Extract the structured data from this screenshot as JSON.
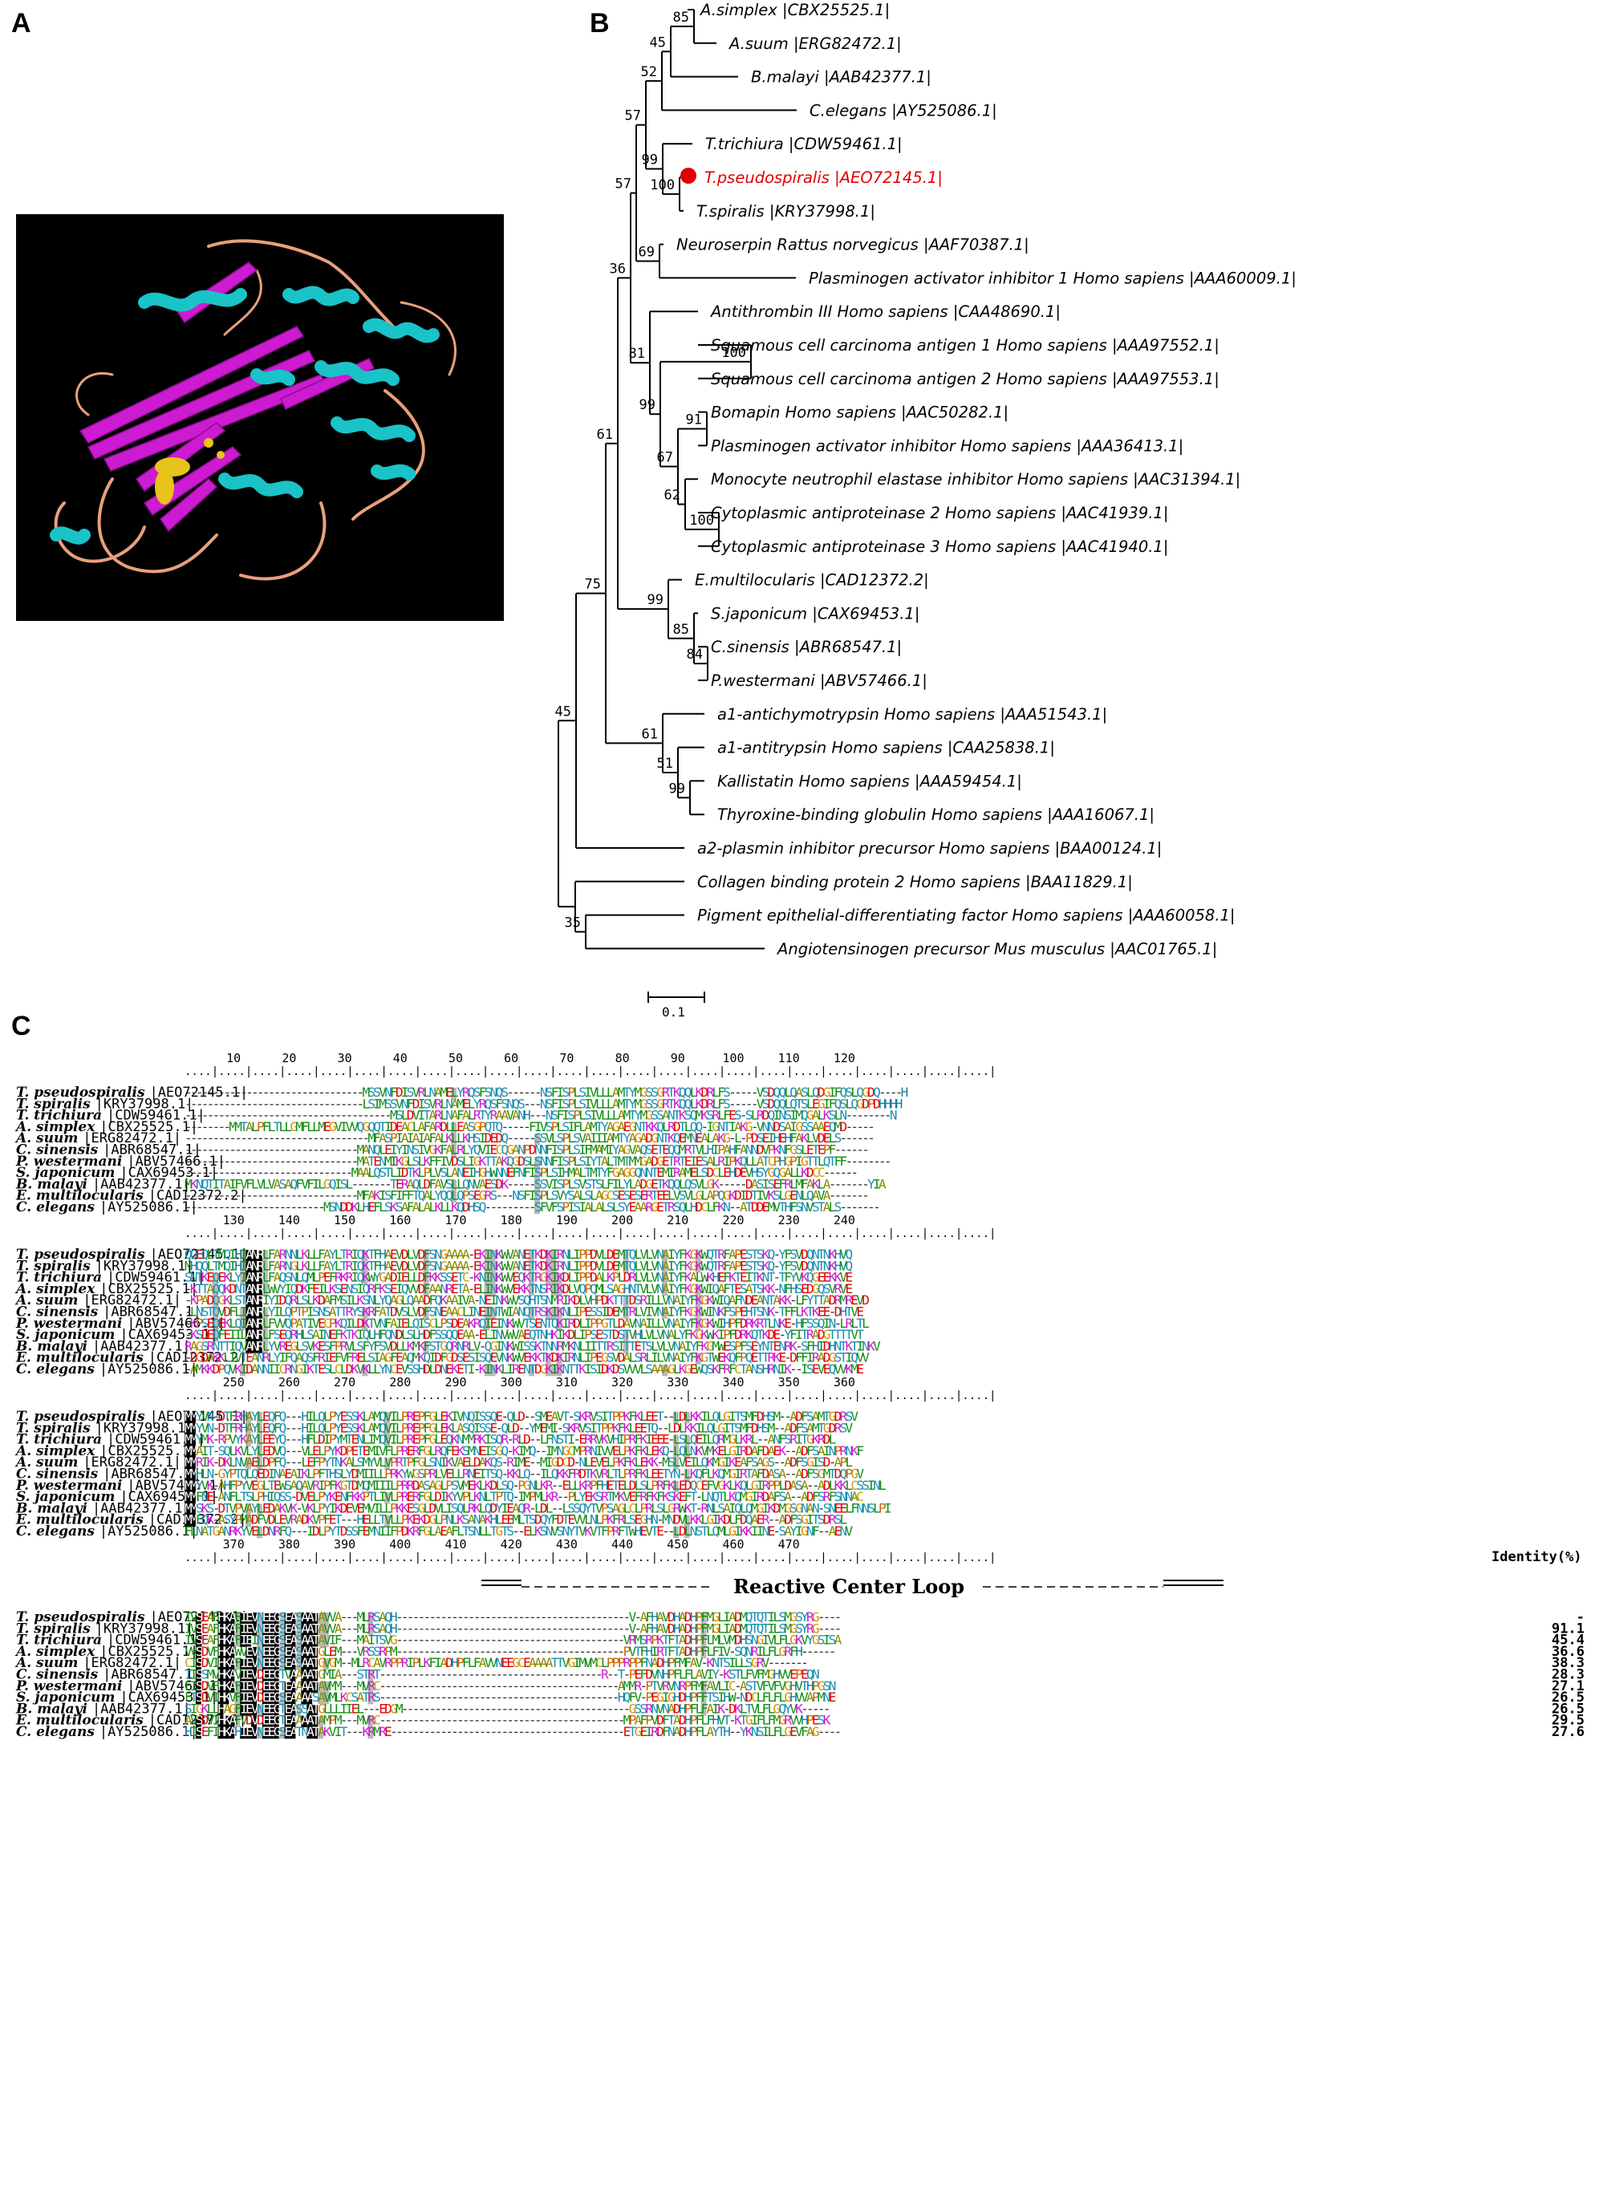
{
  "panels": {
    "a": "A",
    "b": "B",
    "c": "C"
  },
  "colors": {
    "helix": "#19c3c8",
    "sheet": "#cc1bd0",
    "loop": "#e9a07c",
    "ligand": "#e8c31a",
    "highlight": "#e00000"
  },
  "tree": {
    "leaves": [
      {
        "text": "A.simplex |CBX25525.1|"
      },
      {
        "text": "A.suum |ERG82472.1|"
      },
      {
        "text": "B.malayi |AAB42377.1|"
      },
      {
        "text": "C.elegans |AY525086.1|"
      },
      {
        "text": "T.trichiura |CDW59461.1|"
      },
      {
        "text": "T.pseudospiralis |AEO72145.1|",
        "highlight": true
      },
      {
        "text": "T.spiralis |KRY37998.1|"
      },
      {
        "text": "Neuroserpin Rattus norvegicus |AAF70387.1|"
      },
      {
        "text": "Plasminogen activator inhibitor 1 Homo sapiens |AAA60009.1|"
      },
      {
        "text": "Antithrombin III Homo sapiens |CAA48690.1|"
      },
      {
        "text": "Squamous cell carcinoma antigen 1 Homo sapiens |AAA97552.1|"
      },
      {
        "text": "Squamous cell carcinoma antigen 2 Homo sapiens |AAA97553.1|"
      },
      {
        "text": "Bomapin Homo sapiens |AAC50282.1|"
      },
      {
        "text": "Plasminogen activator inhibitor Homo sapiens |AAA36413.1|"
      },
      {
        "text": "Monocyte neutrophil elastase inhibitor Homo sapiens |AAC31394.1|"
      },
      {
        "text": "Cytoplasmic antiproteinase 2 Homo sapiens |AAC41939.1|"
      },
      {
        "text": "Cytoplasmic antiproteinase 3 Homo sapiens |AAC41940.1|"
      },
      {
        "text": "E.multilocularis |CAD12372.2|"
      },
      {
        "text": "S.japonicum |CAX69453.1|"
      },
      {
        "text": "C.sinensis |ABR68547.1|"
      },
      {
        "text": "P.westermani |ABV57466.1|"
      },
      {
        "text": "a1-antichymotrypsin Homo sapiens |AAA51543.1|"
      },
      {
        "text": "a1-antitrypsin Homo sapiens |CAA25838.1|"
      },
      {
        "text": "Kallistatin Homo sapiens |AAA59454.1|"
      },
      {
        "text": "Thyroxine-binding globulin Homo sapiens |AAA16067.1|"
      },
      {
        "text": "a2-plasmin inhibitor precursor Homo sapiens |BAA00124.1|"
      },
      {
        "text": "Collagen binding protein 2 Homo sapiens |BAA11829.1|"
      },
      {
        "text": "Pigment epithelial-differentiating factor Homo sapiens |AAA60058.1|"
      },
      {
        "text": "Angiotensinogen precursor Mus musculus |AAC01765.1|"
      }
    ],
    "bootstrap": [
      "85",
      "45",
      "52",
      "57",
      "57",
      "99",
      "100",
      "69",
      "36",
      "100",
      "81",
      "91",
      "99",
      "67",
      "62",
      "100",
      "61",
      "75",
      "99",
      "85",
      "84",
      "45",
      "99",
      "51",
      "61",
      "35"
    ],
    "scale": "0.1"
  },
  "alignment": {
    "species": [
      {
        "name": "T. pseudospiralis",
        "acc": "|AEO72145.1|"
      },
      {
        "name": "T. spiralis",
        "acc": "|KRY37998.1|"
      },
      {
        "name": "T. trichiura",
        "acc": "|CDW59461.1|"
      },
      {
        "name": "A. simplex",
        "acc": "|CBX25525.1|"
      },
      {
        "name": "A. suum",
        "acc": "|ERG82472.1|"
      },
      {
        "name": "C. sinensis",
        "acc": "|ABR68547.1|"
      },
      {
        "name": "P. westermani",
        "acc": "|ABV57466.1|"
      },
      {
        "name": "S. japonicum",
        "acc": "|CAX69453.1|"
      },
      {
        "name": "B. malayi",
        "acc": "|AAB42377.1|"
      },
      {
        "name": "E. multilocularis",
        "acc": "|CAD12372.2|"
      },
      {
        "name": "C. elegans",
        "acc": "|AY525086.1|"
      }
    ],
    "blocks": [
      {
        "ticks": [
          "10",
          "20",
          "30",
          "40",
          "50",
          "60",
          "70",
          "80",
          "90",
          "100",
          "110",
          "120"
        ],
        "seqs": [
          "--------------------------------MSSVNFDISVRLNAMELYRQSFSNQS------NSFISPLSIVLLLAMTYMGSSGRTKQQLKDRLFS-----VSDQQLQASLQDGIFQSLQGDQ----H",
          "--------------------------------LSIMSSVNFDISVRLNAMELYRQSFSNQS---NSFISPLSIVLLLAMTYMGSSGRTKQQLKDRLFS-----VSDQQLQTSLEGIFQSLQGDPDHHHH",
          "-------------------------------------MSLDVITARLNAFALRTYRAAVANH---NSFISPLSIVLLLAMTYMGSSANTKSQMKSRLFES-SLRDQINSIMQGALKSLN--------N",
          "--------MMTALPFLTLLGMFLLMEGVIVVQGQQTIDEACLAFARDLLEASGPQTQ-----FIVSPLSIFLAMTYAGAEGNTKKQLRDTLQQ-IGNTIAKG-VNNDSAIGSSAAEQMD-----",
          "---------------------------------MFASPIAIAIAFALKLLKHSIDEDQ-----SSVLSPLSVAIIIAMTYAGADGNTKQEMNEALAKG-L-PDSEIHEHFAKLVDELS------",
          "-------------------------------MANQLEIYINSIVGKFALRLYQVIECQGANPDNNFISPLSIFMAMIYAGVAQSETEQQMRTVLHIPAHFANNDVPKNFGSLETEPF------",
          "-------------------------------MATENMIKGLSLKFFIVDSLIGKTTAKQGDSLSNNFISPLSIYTALTMTMMGADGETRTEIESALRIPKQLLATCPHGPIGTTLQTFF--------",
          "------------------------------MAALQSTLIDTKLPLVSLANEIHGHWNNEFNFISPLSIHMALTMTYFGAGGQNNTEMIRAMELSDCLEHDEVHSYGQGALLKDCC------",
          "MKNQTITAIFVFLVLVASAQFVFILGQISL-------TERAQLDFAVSLLQNVAESDK-----SSVISPLSVSTSLFILYLADGETKQQLQSVLGK-----DASISEFRLMFAKLA-------YIA",
          "-------------------------------MFAKISFIFFTQALYQQLQPSEGRS---NSFISPLSVYSALSLAGCSESESERTEELVSVLGLAPQGKDIDTIVKSLGENLQAVA-------",
          "-------------------------MSNDDKLHEFLSKSAFALALKLLKQDHSQ---------SFVFSPISIALALSLSYEAARGETRSQLHDCLFKN--ATDDEMVTHFSNVSTALS-------"
        ]
      },
      {
        "ticks": [
          "130",
          "140",
          "150",
          "160",
          "170",
          "180",
          "190",
          "200",
          "210",
          "220",
          "230",
          "240"
        ],
        "seqs": [
          "QQEQLTMQIHIANRLFARNNLKLLFAYLTRIQKTFHAEVDLVDFSNGAAAA-EKINKWVANETKDKIRNLIPPDVLDEMTQLVLVNAIYFKGKWQTRFAPESTSKQ-YFSVDQNTNKHVQ",
          "MHQQLTMQIHIANRLFARNGLKLLFAYLTRIQKTFHAEVDLVDFSNGAAAA-EKINKWVANETKDKIRNLIPPDVLDEMTQLVLVNAIYFKGKWQTRFAPESTSKQ-YFSVDQNTNKHVQ",
          "SNTKEQEKLYIANRLFAQSNLQMLPEFRKRIQKWYGADIELLDFKKSSETC-KNINKWVEQKTRGKIKDLIPPDALKPLDRLVLVNAIYFKALWKHEFKTEITKNT-TFYVKQGEEKKVE",
          "-KTTAQQKDNTANRLWVYIQDKFEILKSENSIQRFKSEIQVVDFAANRETA-ELINKWVEKKTNSRIKDLVQPQMLSAGHNTVLVNAIYFKGKWIQAFTESATSKK-NFHSEDGQSVRVE",
          "-KPADQGKLSTANRIYIDQRLSLKDAFMSILKSNLYQAGLQAADFQKAAIVA-NEINKWVSQHTSNMRIKDLVHPDKTTTDSRILLVNAIYFKGKWIQAFNDEANTAKK-LFYTTADRMREVD",
          "-LNSTQVDFLIANRLYILQPTPISNSATTRYSKRFATDVSLVDFSNEAACLINEINTWIANQTRSKIKNLIPESSIDEMTRLVIVNAIYFKGKWINKFSPEHTSNK-TFFLKTKEE-DHTVE",
          "-KPSEQEKLQIANRLFVVQPATIVECPKQILDKTVNFAIELQISCLPSDEAKRQIEINKWVTSENTQKIRDLIPPGTLDAVNAILLVNAIYFKGKWIHPFDRKRTLNKE-HFSSQIN-LRLTL",
          "-KSDEQFEIILANRLFSEQRHLSAINEFKTKIQLHFQNDLSLHDFSSQQEAA-ELINVWVAEQTNHKIKDLIPSESTDSTVHLVLVNALYFKGKWKIPFDRKQTKDE-YFITRADGTTTTVT",
          "RAGSRNTTIQVANRLYVREGLSVKESFPRVLSFYFSVDLLKMKFSTGQRNRLV-QGINKWISSKTNNRMKNLIITTRSITTETSLVLVNAIYFKGMWESPFSEYNTENRK-SFHIDHNTKTINKV",
          "-DGDAKKLIVTEANRLYIFQAQSFRIEFVFRELSIAGFEAQMKQIDFGDSESISQEVNKWVEKKTKDKIRNLIPEGSVDALSRLILVNAIYFKGTWEKQFPQETTRKE-DFFIRADGSTIQVV",
          "-AMKKDPQVKIDANNIICRNGIKTESLCLDKVKLLYNCEVSSHDLDNEKETI-KINKLIRENTDGKIKNTTKISIDKDSVVVLSAAAGLKGEWQSKFRFCTANSHRNIK--ISEVEQVVKME"
        ]
      },
      {
        "ticks": [
          "250",
          "260",
          "270",
          "280",
          "290",
          "300",
          "310",
          "320",
          "330",
          "340",
          "350",
          "360"
        ],
        "seqs": [
          "MMYVN-DTFRHAYLEQFQ---HILQLPYESSKLAMQVILPREPFGLEKIVNQISSQE-QLD--SMEAVT-SKRVSITPPKFKLEET--LDLKKILQLGITSMFDHSM--ADFSAMTGDRSV",
          "MMYVN-DTFRHAYLEQFQ---HILQLPYESSKLAMQVILPREPFGLEKLASQISSE-QLD--YMEMI-SKRVSITPPKFKLEETQ--LDLKKILQLGITSMFDHSM--ADFSAMTGDRSV",
          "MMYMK-RPVYKAYLEEYQ---HFLDIPYMTENLIMQVILPREPFGLEQKNMMRKISQR-RLD--LFNSTI-ERRVKVHIPRFKIEEE-LSLQEILQRMGLKRL--ANFSRITGKRDL",
          "MMAIT-SQLKVLYLEDVQ---VLELPYKDPETEMIVFLPRERFGLRQFEKSMNEISGQ-KIMQ--IMNGCMPRNIVVELPKFKLEKQ-LQLNKVMKELGIRDAFDAEK--ADFSAINPRNKF",
          "MMRIK-DKLNVAELDPFQ---LEFPYTNKALSMYVLVPRTPFGLSNIKVAELDAKQS-RIME--MIGDCD-NLEVELPKFKLEKK-MSLVEILQKMGIKEAFSAGS--ADFSGISD-APL",
          "MMHLN-GYPTQLQEDINAEAIKLPFTHSLYDMIILLPRKYWGSPRLVELLRNEITSQ-KKLQ--ILQKKFRDTKVRLTLPRFKLEETYN-LKQFLKQMGIRTAFDASA--ADFSGMTDQPGV",
          "MMYVK-AHFPYVEGLTEWSAQAVRIPFKGTDMQMIIILPRRDASAGLPSVMEKLKDLSQ-PGNLKR--ELLKRPFHETELDLSLPRFKLEDQCEFVGKLKQLGIRPPLDASA--ADLKKLCSSINL",
          "MMFNE-ANFLTSLPHIQSS-DVELPYKENFKKPTLIVLPRERFGLDIKYVPLKNLTPTQ-IMPMLKR--PLYEKSRTMKVEFRFKFKSKEFT-LNQTLKQMGIRDAFSA--ADFSRFSNNAC",
          "MMSKS-DTVPVAYLEDAKVK-VKLPYIKDEVEMVILLPKKESGLDVLISQLRKLQDYIEAQR-LDL--LSSQYTVPSAGLCLPRLSLGRWKT-RNLSAIQLQMGIKDMGSGNAN-SNEELFNNSLPI",
          "MMFQK-ASYPMADFVDLEVRADKVPFET---HELLTVLLPKEKDGLPNLKSANAKHLEEMLTSDQYFDTEVVLNLPKFRLSEGHN-MNDVLKKLGIKDLFDQAER--ADFSGITSDRSL",
          "FLNATGANRKYVELDNRFQ---IDLPYTDSSFEMNIIFPDKRFGLAEAFLTSNLLTGTS--ELKSNVSNYTVKVTFPRFTWHEVTE--LDLNSTLQMLGIKKIINE-SAYIGNF--AENV"
        ]
      },
      {
        "ticks": [
          "370",
          "380",
          "390",
          "400",
          "410",
          "420",
          "430",
          "440",
          "450",
          "460",
          "470"
        ],
        "identity_header": "Identity(%)",
        "rcl_label": "Reactive Center Loop",
        "seqs": [
          "IVSEAFHKAFIEVNEEGSEASAATAVVA---MLRSAQH------------------------------------------V-AFHAVDHADHPFMGLIADMQTQTILSMGSYRG----",
          "IVSEAFHKAFIEVNEEGSEASAATAVVA---MLRSAQH------------------------------------------V-AFHAVDHADHPFMGLIADMQTQTILSMGSYRG----",
          "IVSEAFHKAFIEINEEGSEASAATAVIF---MAITSVG-----------------------------------------VRMSRPKTFTADHPFLMLVMDHSNGIVLFLGKVYGSISA",
          "VVSDVFHKAWVEVNEEGSEASAATGLEM---VRSSRPM-----------------------------------------PVTFHIRTFTADHPFLFIV-SQNRILFLGRFH------",
          "CISDVIHKAFIEVNEEGSEASAATGVGM--MLRCAVRPPRIPLKFIADHPFLFAVVNEEGCEAAAATTVGIMVMCLPPPRPPFNADHPFMFAV-KNTSILLSGRV-------",
          "TISSMVHKAVIEVDEEGTVAAAATGMIA---STRT----------------------------------------R--T-PEFDVNHPFLFLAVIY-KSTLFVFMGHVVEPEQN",
          "FISDVFHKAFIEVDEEGTEAAAATAVMM---MVRC-------------------------------------------AMMR-PTVRVNRPFMFAVLIC-ASTVFVFVGHVTHPGSN",
          "FTSDVIHKVFIEVDEEGSEAAAASAVMLKCSATRS-------------------------------------------HQFV-PEGIGHDHPFFTSIHW-NDCLFLFLGHVVAPMNE",
          "SIGKLLHAGFIEVNEEGTEASSATGLLLIIEL---EDGM-----------------------------------------GSSRNVNADHPFLFAIK-DKLTVLFLGQYVK-----",
          "AVSDVIHKAFVDVDEEGTEAAAATAMPM---MVRC--------------------------------------------MPAFPVDFTADHPFLFHVT-KTGIFLFMGRVVHPESK",
          "HISEFIHKAHIEVNEEGSEATNATAKVIT---KRMRE------------------------------------------ETGEIRDFNADHPFLAYTH--YKNSILFLGEVFAG----"
        ],
        "identity": [
          "-",
          "91.1",
          "45.4",
          "36.6",
          "38.3",
          "28.3",
          "27.1",
          "26.5",
          "26.5",
          "29.5",
          "27.6"
        ]
      }
    ]
  }
}
